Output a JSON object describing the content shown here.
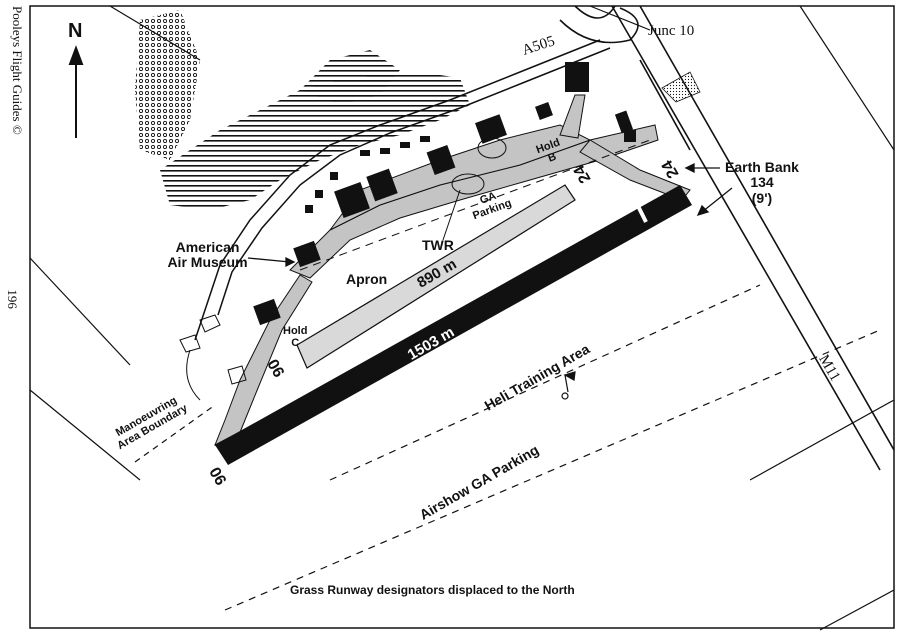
{
  "publisher": "Pooleys Flight Guides",
  "copyright_symbol": "©",
  "page_number": "196",
  "north": "N",
  "labels": {
    "road_a505": "A505",
    "junction": "Junc 10",
    "motorway": "M11",
    "earth_bank_line1": "Earth Bank",
    "earth_bank_line2": "134",
    "earth_bank_line3": "(9')",
    "museum_line1": "American",
    "museum_line2": "Air Museum",
    "apron": "Apron",
    "tower": "TWR",
    "ga_parking_line1": "GA",
    "ga_parking_line2": "Parking",
    "hold_b_line1": "Hold",
    "hold_b_line2": "B",
    "hold_c_line1": "Hold",
    "hold_c_line2": "C",
    "grass_runway_length": "890 m",
    "paved_runway_length": "1503 m",
    "heli_area": "Heli Training Area",
    "airshow_parking": "Airshow GA Parking",
    "manoeuvring_line1": "Manoeuvring",
    "manoeuvring_line2": "Area Boundary",
    "footnote": "Grass Runway designators displaced to the North"
  },
  "runway_designators": {
    "paved_west": "06",
    "paved_east": "24",
    "grass_west": "06",
    "grass_east": "24"
  },
  "colors": {
    "taxiway": "#c4c4c4",
    "runway": "#111111",
    "ink": "#111111",
    "background": "#ffffff"
  }
}
